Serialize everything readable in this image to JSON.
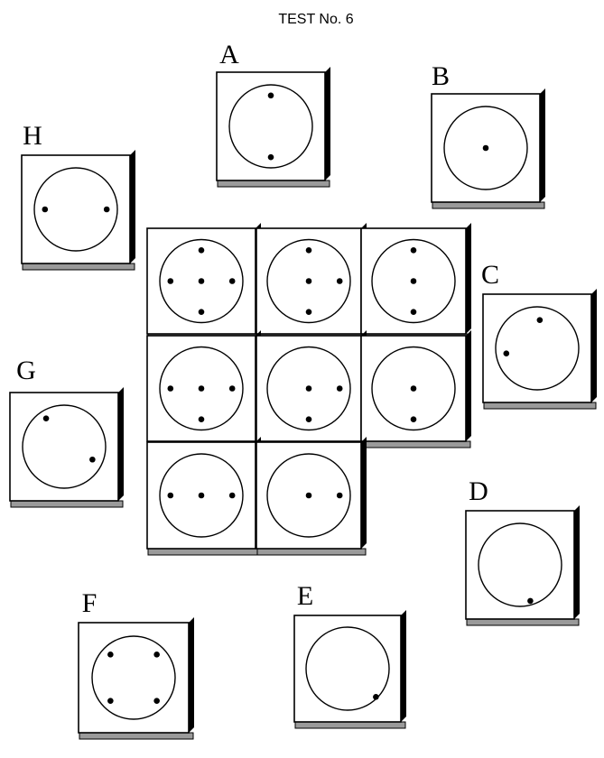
{
  "title": "TEST No. 6",
  "colors": {
    "ink": "#000000",
    "paper": "#ffffff",
    "shadow": "#9a9a9a"
  },
  "matrix": {
    "rows": [
      [
        5,
        4,
        3
      ],
      [
        4,
        3,
        2
      ],
      [
        3,
        2
      ]
    ]
  },
  "options": [
    {
      "letter": "A",
      "dots": 2
    },
    {
      "letter": "B",
      "dots": 1
    },
    {
      "letter": "C",
      "dots": 2
    },
    {
      "letter": "D",
      "dots": 1
    },
    {
      "letter": "E",
      "dots": 1
    },
    {
      "letter": "F",
      "dots": 4
    },
    {
      "letter": "G",
      "dots": 2
    },
    {
      "letter": "H",
      "dots": 2
    }
  ]
}
